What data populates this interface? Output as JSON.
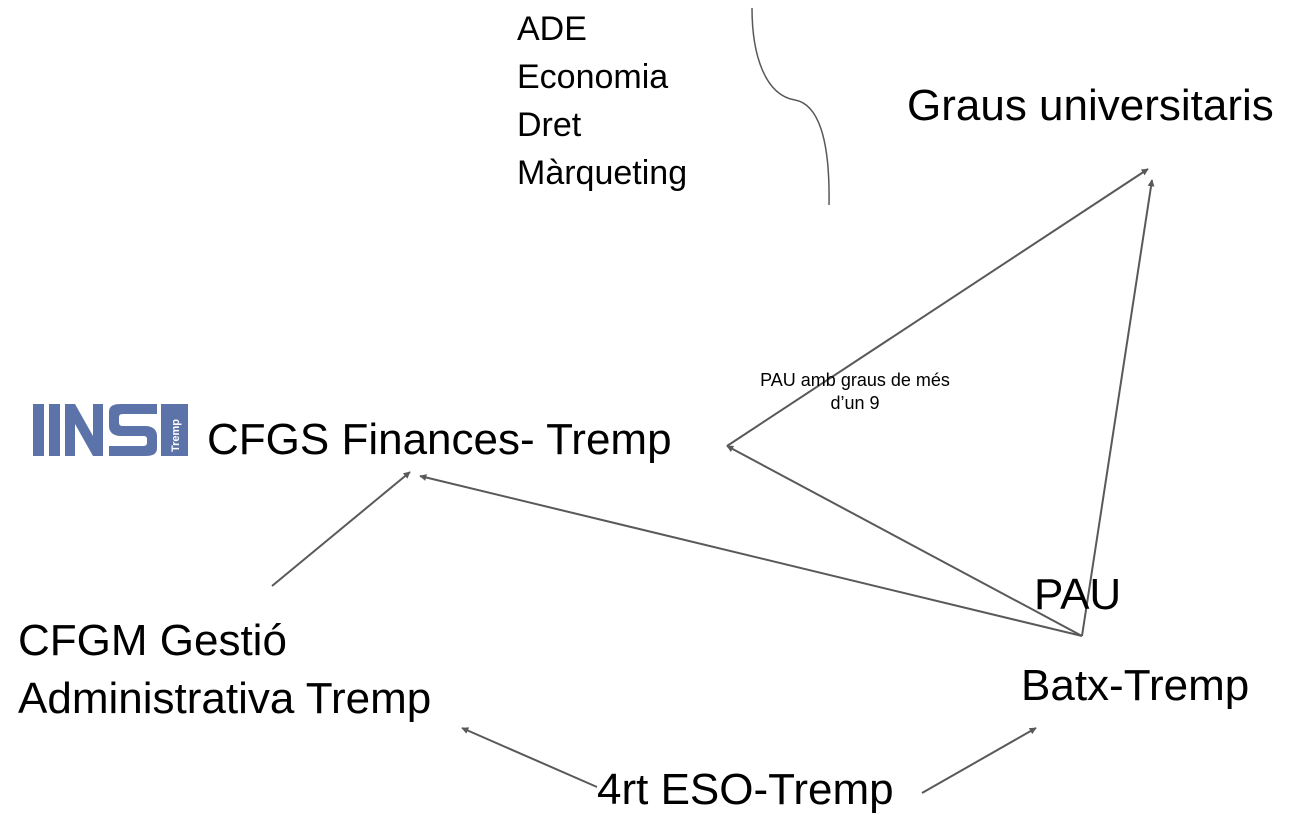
{
  "degrees": {
    "items": [
      "ADE",
      "Economia",
      "Dret",
      "Màrqueting"
    ]
  },
  "nodes": {
    "graus": "Graus universitaris",
    "cfgs": "CFGS Finances- Tremp",
    "pau": "PAU",
    "batx": "Batx-Tremp",
    "cfgm_line1": "CFGM Gestió",
    "cfgm_line2": "Administrativa Tremp",
    "eso": "4rt ESO-Tremp"
  },
  "annotation": {
    "line1": "PAU amb graus de més",
    "line2": "d’un 9"
  },
  "logo": {
    "letters": "INS",
    "subtext": "Tremp",
    "color": "#5b73a8"
  },
  "colors": {
    "arrow": "#595959",
    "text": "#000000"
  }
}
